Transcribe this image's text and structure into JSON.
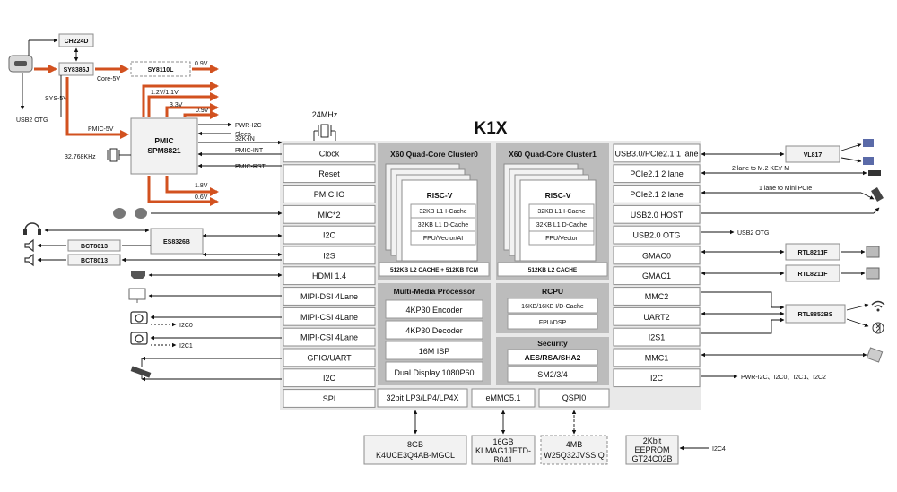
{
  "chip_title": "K1X",
  "crystal_24m": "24MHz",
  "crystal_32k": "32.768KHz",
  "power": {
    "ch224d": "CH224D",
    "sy8386j": "SY8386J",
    "sy8110l": "SY8110L",
    "core5v": "Core-5V",
    "sys5v": "SYS-5V",
    "pmic5v": "PMIC-5V",
    "usb2_otg": "USB2 OTG",
    "v09a": "0.9V",
    "v12": "1.2V/1.1V",
    "v33": "3.3V",
    "v09b": "0.9V",
    "v18": "1.8V",
    "v06": "0.6V",
    "pmic_line1": "PMIC",
    "pmic_line2": "SPM8821",
    "sig_pwr_i2c": "PWR-I2C",
    "sig_sleep": "Sleep",
    "sig_32k": "32K-IN",
    "sig_int": "PMIC-INT",
    "sig_rst": "PMIC-RST"
  },
  "left_ifaces": [
    "Clock",
    "Reset",
    "PMIC IO",
    "MIC*2",
    "I2C",
    "I2S",
    "HDMI 1.4",
    "MIPI-DSI 4Lane",
    "MIPI-CSI 4Lane",
    "MIPI-CSI 4Lane",
    "GPIO/UART",
    "I2C",
    "SPI"
  ],
  "right_ifaces": [
    "USB3.0/PCIe2.1 1 lane",
    "PCIe2.1 2 lane",
    "PCIe2.1 2 lane",
    "USB2.0 HOST",
    "USB2.0 OTG",
    "GMAC0",
    "GMAC1",
    "MMC2",
    "UART2",
    "I2S1",
    "MMC1",
    "I2C"
  ],
  "cluster0": {
    "title": "X60 Quad-Core Cluster0",
    "core": "RISC-V",
    "items": [
      "32KB L1 I-Cache",
      "32KB L1 D-Cache",
      "FPU/Vector/AI"
    ],
    "l2": "512KB L2 CACHE + 512KB TCM"
  },
  "cluster1": {
    "title": "X60 Quad-Core Cluster1",
    "core": "RISC-V",
    "items": [
      "32KB L1 I-Cache",
      "32KB L1 D-Cache",
      "FPU/Vector"
    ],
    "l2": "512KB L2 CACHE"
  },
  "mmp": {
    "title": "Multi-Media Processor",
    "items": [
      "4KP30 Encoder",
      "4KP30 Decoder",
      "16M ISP",
      "Dual Display 1080P60"
    ]
  },
  "rcpu": {
    "title": "RCPU",
    "items": [
      "16KB/16KB I/D-Cache",
      "FPU/DSP"
    ]
  },
  "security": {
    "title": "Security",
    "items": [
      "AES/RSA/SHA2",
      "SM2/3/4"
    ]
  },
  "bottom_ifaces": [
    "32bit LP3/LP4/LP4X",
    "eMMC5.1",
    "QSPI0"
  ],
  "memory": {
    "ddr_a": "8GB",
    "ddr_b": "K4UCE3Q4AB-MGCL",
    "emmc_a": "16GB",
    "emmc_b": "KLMAG1JETD-",
    "emmc_c": "B041",
    "flash_a": "4MB",
    "flash_b": "W25Q32JVSSIQ",
    "eeprom_a": "2Kbit",
    "eeprom_b": "EEPROM",
    "eeprom_c": "GT24C02B",
    "i2c4": "I2C4"
  },
  "left_parts": {
    "codec": "ES8326B",
    "amp1": "BCT8013",
    "amp2": "BCT8013",
    "i2c0": "I2C0",
    "i2c1": "I2C1"
  },
  "right_parts": {
    "vl817": "VL817",
    "rtl1": "RTL8211F",
    "rtl2": "RTL8211F",
    "rtl3": "RTL8852BS",
    "m2": "2 lane to M.2 KEY M",
    "minipcie": "1 lane to Mini PCIe",
    "usb2otg": "USB2 OTG",
    "i2c_list": "PWR-I2C、I2C0、I2C1、I2C2"
  },
  "colors": {
    "power_arrow": "#d2511f",
    "chip_bg": "#e9e9e9",
    "block_bg": "#b9b9b9"
  }
}
